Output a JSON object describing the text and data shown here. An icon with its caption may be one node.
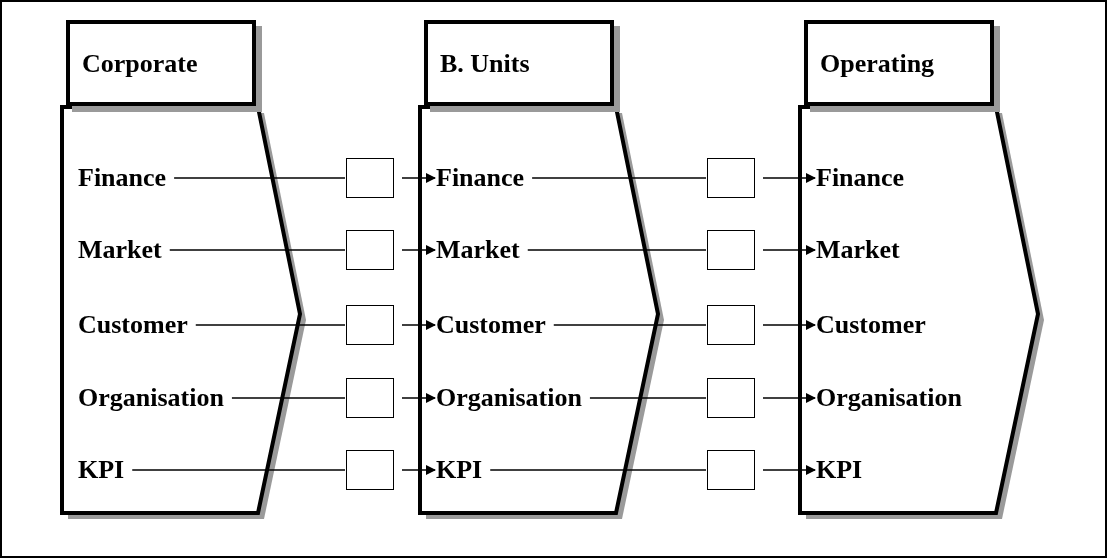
{
  "diagram": {
    "nodes": [
      {
        "text": [
          "Corporate"
        ]
      },
      {
        "text": [],
        "shape": "chevron"
      },
      {
        "text": [
          "Finance"
        ],
        "in": 1
      },
      {
        "text": [
          "Market"
        ],
        "in": 1
      },
      {
        "text": [
          "Customer"
        ],
        "in": 1
      },
      {
        "text": [
          "Organisation"
        ],
        "in": 1
      },
      {
        "text": [
          "KPI"
        ],
        "in": 1
      },
      {
        "text": [
          "B. Units"
        ]
      },
      {
        "text": [],
        "shape": "chevron"
      },
      {
        "text": [
          "Finance"
        ],
        "in": 8
      },
      {
        "text": [
          "Market"
        ],
        "in": 8
      },
      {
        "text": [
          "Customer"
        ],
        "in": 8
      },
      {
        "text": [
          "Organisation"
        ],
        "in": 8
      },
      {
        "text": [
          "KPI"
        ],
        "in": 8
      },
      {
        "text": [
          "Operating"
        ]
      },
      {
        "text": [],
        "shape": "chevron"
      },
      {
        "text": [
          "Finance"
        ],
        "in": 15
      },
      {
        "text": [
          "Market"
        ],
        "in": 15
      },
      {
        "text": [
          "Customer"
        ],
        "in": 15
      },
      {
        "text": [
          "Organisation"
        ],
        "in": 15
      },
      {
        "text": [
          "KPI"
        ],
        "in": 15
      },
      {
        "text": [],
        "shape": "box"
      },
      {
        "text": [],
        "shape": "box"
      },
      {
        "text": [],
        "shape": "box"
      },
      {
        "text": [],
        "shape": "box"
      },
      {
        "text": [],
        "shape": "box"
      },
      {
        "text": [],
        "shape": "box"
      },
      {
        "text": [],
        "shape": "box"
      },
      {
        "text": [],
        "shape": "box"
      },
      {
        "text": [],
        "shape": "box"
      },
      {
        "text": [],
        "shape": "box"
      }
    ],
    "edges": [
      {
        "from": 2,
        "to": 21,
        "arrow": "none"
      },
      {
        "from": 21,
        "to": 9,
        "arrow": "to"
      },
      {
        "from": 3,
        "to": 22,
        "arrow": "none"
      },
      {
        "from": 22,
        "to": 10,
        "arrow": "to"
      },
      {
        "from": 4,
        "to": 23,
        "arrow": "none"
      },
      {
        "from": 23,
        "to": 11,
        "arrow": "to"
      },
      {
        "from": 5,
        "to": 24,
        "arrow": "none"
      },
      {
        "from": 24,
        "to": 12,
        "arrow": "to"
      },
      {
        "from": 6,
        "to": 25,
        "arrow": "none"
      },
      {
        "from": 25,
        "to": 13,
        "arrow": "to"
      },
      {
        "from": 9,
        "to": 26,
        "arrow": "none"
      },
      {
        "from": 26,
        "to": 16,
        "arrow": "to"
      },
      {
        "from": 10,
        "to": 27,
        "arrow": "none"
      },
      {
        "from": 27,
        "to": 17,
        "arrow": "to"
      },
      {
        "from": 11,
        "to": 28,
        "arrow": "none"
      },
      {
        "from": 28,
        "to": 18,
        "arrow": "to"
      },
      {
        "from": 12,
        "to": 29,
        "arrow": "none"
      },
      {
        "from": 29,
        "to": 19,
        "arrow": "to"
      },
      {
        "from": 13,
        "to": 30,
        "arrow": "none"
      },
      {
        "from": 30,
        "to": 20,
        "arrow": "to"
      }
    ]
  }
}
